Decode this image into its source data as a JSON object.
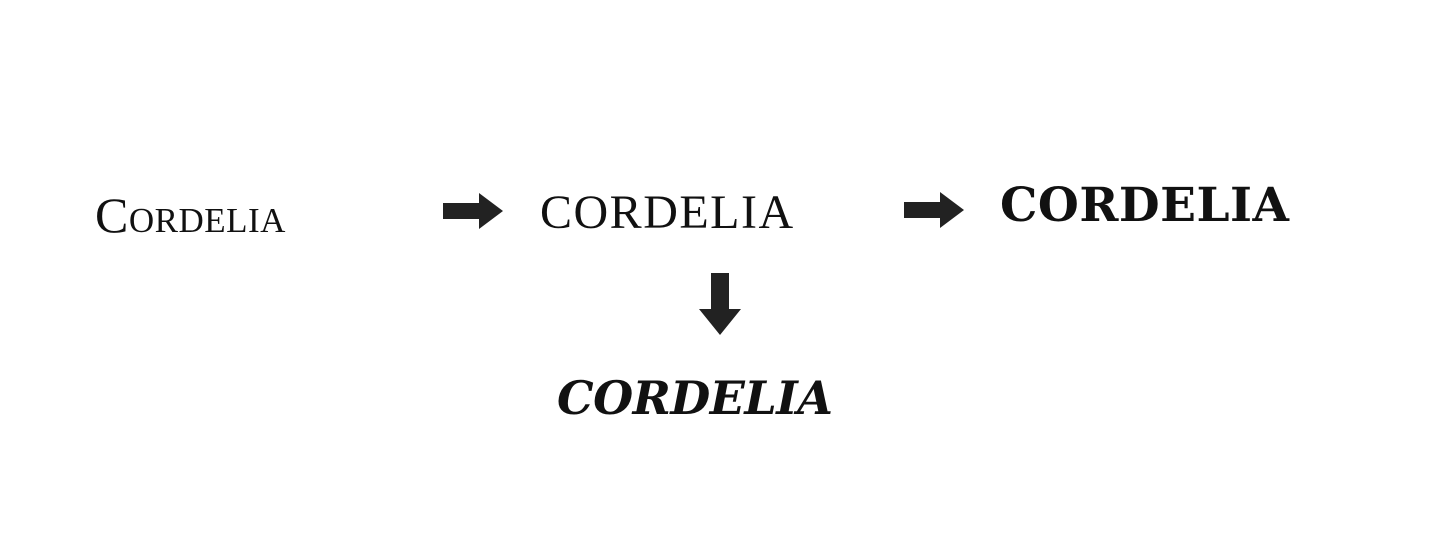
{
  "words": [
    {
      "id": "cordelia-1",
      "text": "Cordelia"
    },
    {
      "id": "cordelia-2",
      "text": "CORDELIA"
    },
    {
      "id": "cordelia-3",
      "text": "CORDELIA"
    },
    {
      "id": "cordelia-4",
      "text": "CORDELIA"
    }
  ],
  "arrows": [
    {
      "from": "cordelia-1",
      "to": "cordelia-2",
      "direction": "right"
    },
    {
      "from": "cordelia-2",
      "to": "cordelia-3",
      "direction": "right"
    },
    {
      "from": "cordelia-2",
      "to": "cordelia-4",
      "direction": "down"
    }
  ],
  "colors": {
    "text": "#111111",
    "arrow": "#222222",
    "background": "#ffffff"
  }
}
